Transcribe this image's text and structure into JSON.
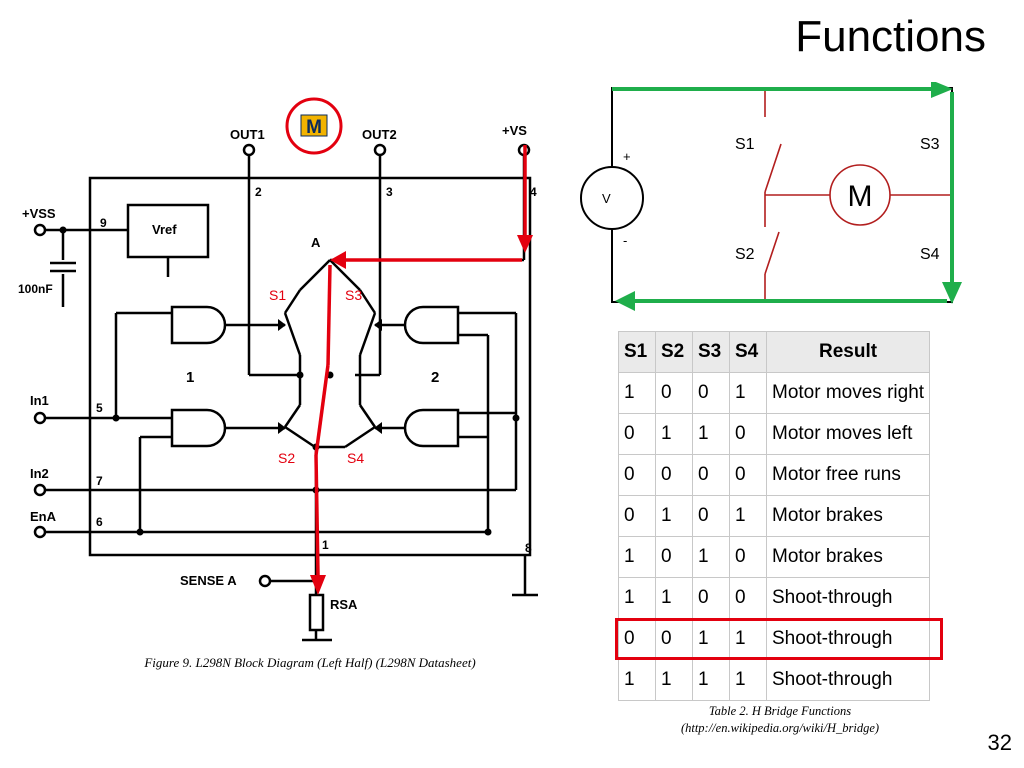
{
  "slide": {
    "title": "Functions",
    "page_number": "32"
  },
  "block_diagram": {
    "caption": "Figure 9. L298N Block Diagram (Left Half) (L298N Datasheet)",
    "logo_letter": "M",
    "labels": {
      "out1": "OUT1",
      "out2": "OUT2",
      "vs": "+VS",
      "vss": "+VSS",
      "vref": "Vref",
      "cap": "100nF",
      "in1": "In1",
      "in2": "In2",
      "ena": "EnA",
      "sense": "SENSE A",
      "rsa": "RSA",
      "node_a": "A",
      "gate1": "1",
      "gate2": "2"
    },
    "pins": [
      "2",
      "3",
      "4",
      "9",
      "5",
      "7",
      "6",
      "1",
      "8"
    ],
    "switches": [
      "S1",
      "S3",
      "S2",
      "S4"
    ],
    "colors": {
      "path": "#e3000f",
      "logo_ring": "#e3000f",
      "logo_fill": "#f2b300",
      "logo_text": "#0a2b5c",
      "switch_label": "#e3000f"
    }
  },
  "hbridge": {
    "source_label": "V",
    "plus": "+",
    "minus": "-",
    "motor": "M",
    "switches": [
      "S1",
      "S2",
      "S3",
      "S4"
    ],
    "colors": {
      "wire": "#000000",
      "switch": "#b21e1e",
      "current": "#1fae4b"
    }
  },
  "truth_table": {
    "headers": [
      "S1",
      "S2",
      "S3",
      "S4",
      "Result"
    ],
    "rows": [
      [
        "1",
        "0",
        "0",
        "1",
        "Motor moves right"
      ],
      [
        "0",
        "1",
        "1",
        "0",
        "Motor moves left"
      ],
      [
        "0",
        "0",
        "0",
        "0",
        "Motor free runs"
      ],
      [
        "0",
        "1",
        "0",
        "1",
        "Motor brakes"
      ],
      [
        "1",
        "0",
        "1",
        "0",
        "Motor brakes"
      ],
      [
        "1",
        "1",
        "0",
        "0",
        "Shoot-through"
      ],
      [
        "0",
        "0",
        "1",
        "1",
        "Shoot-through"
      ],
      [
        "1",
        "1",
        "1",
        "1",
        "Shoot-through"
      ]
    ],
    "highlighted_row": 6,
    "caption_line1": "Table 2. H Bridge Functions",
    "caption_line2": "(http://en.wikipedia.org/wiki/H_bridge)",
    "colors": {
      "header_bg": "#eaeaea",
      "border": "#c8c8c8",
      "highlight": "#e3000f"
    }
  }
}
